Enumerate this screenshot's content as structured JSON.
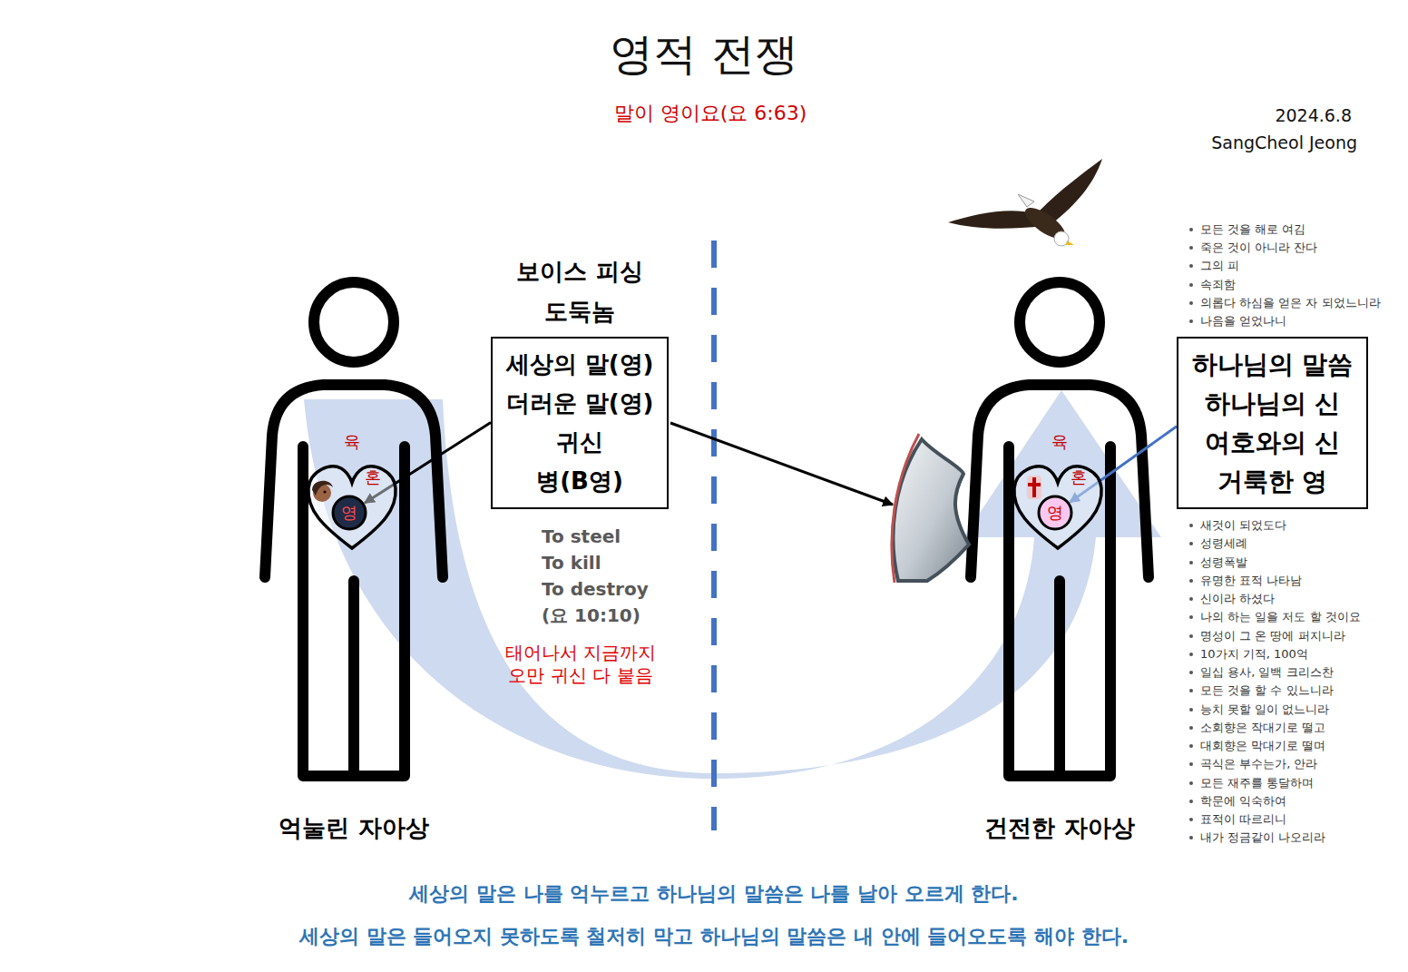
{
  "diagram": {
    "title": "영적 전쟁",
    "nodes": [
      {
        "text": [
          "보이스 피싱 도둑놈",
          "세상의 말(영)",
          "더러운 말(영)",
          "귀신",
          "병(B영)"
        ]
      },
      {
        "text": [
          "혼"
        ]
      },
      {
        "text": [
          "영"
        ],
        "in": 1
      },
      {
        "text": [
          "혼"
        ]
      },
      {
        "text": [
          "영"
        ],
        "in": 3
      },
      {
        "text": [
          "하나님의 말씀",
          "하나님의 신",
          "여호와의 신",
          "거룩한 영"
        ]
      }
    ],
    "edges": [
      {
        "from": 0,
        "to": 2,
        "arrow": "to"
      },
      {
        "from": 5,
        "to": 4,
        "arrow": "to"
      }
    ],
    "labels": [
      "말이 영이요(요 6:63)",
      "2024.6.8",
      "SangCheol Jeong",
      "육",
      "To steel",
      "To kill",
      "To destroy",
      "(요 10:10)",
      "태어나서 지금까지 오만 귀신 다 붙음",
      "육",
      "모든 것을 해로 여김",
      "죽은 것이 아니라 잔다",
      "그의 피",
      "속죄함",
      "의롭다 하심을 얻은 자 되었느니라",
      "나음을 얻었나니",
      "새것이 되었도다",
      "성령세례",
      "성령폭발",
      "유명한 표적 나타남",
      "신이라 하셨다",
      "나의 하는 일을 저도 할 것이요",
      "명성이 그 온 땅에 퍼지니라",
      "10가지 기적, 100억",
      "일십 용사, 일백 크리스찬",
      "모든 것을 할 수 있느니라",
      "능치 못할 일이 없느니라",
      "소회향은 작대기로 떨고",
      "대회향은 막대기로 떨며",
      "곡식은 부수는가, 안라",
      "모든 재주를 통달하며",
      "학문에 익숙하여",
      "표적이 따르리니",
      "내가 정금같이 나오리라",
      "억눌린 자아상",
      "건전한 자아상",
      "세상의 말은 나를 억누르고 하나님의 말씀은 나를 날아 오르게 한다.",
      "세상의 말은 들어오지 못하도록 철저히 막고 하나님의 말씀은 내 안에 들어오도록 해야 한다."
    ]
  }
}
